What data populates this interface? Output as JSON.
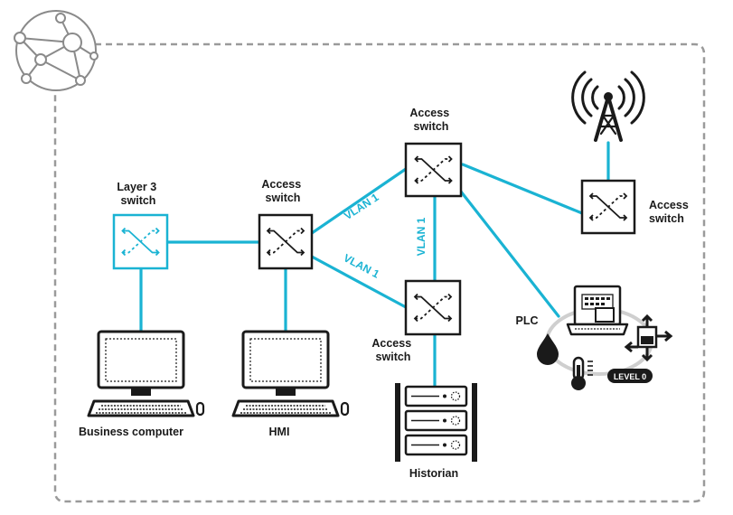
{
  "diagram": {
    "title": "",
    "colors": {
      "link": "#1ab3d3",
      "stroke": "#1a1a1a",
      "border": "#9a9a9a",
      "layer3": "#1ab3d3"
    },
    "nodes": {
      "layer3_switch": {
        "label_line1": "Layer 3",
        "label_line2": "switch"
      },
      "access_switch_mid": {
        "label_line1": "Access",
        "label_line2": "switch"
      },
      "access_switch_top": {
        "label_line1": "Access",
        "label_line2": "switch"
      },
      "access_switch_right": {
        "label_line1": "Access",
        "label_line2": "switch"
      },
      "access_switch_lower": {
        "label_line1": "Access",
        "label_line2": "switch"
      },
      "business_computer": {
        "label": "Business computer"
      },
      "hmi": {
        "label": "HMI"
      },
      "historian": {
        "label": "Historian"
      },
      "plc": {
        "label": "PLC"
      },
      "level_badge": {
        "label": "LEVEL 0"
      },
      "radio_tower": {
        "icon": "cell-tower-icon"
      },
      "network_logo": {
        "icon": "network-globe-icon"
      }
    },
    "links": [
      {
        "from": "layer3_switch",
        "to": "access_switch_mid",
        "label": ""
      },
      {
        "from": "access_switch_mid",
        "to": "access_switch_top",
        "label": "VLAN 1"
      },
      {
        "from": "access_switch_mid",
        "to": "access_switch_lower",
        "label": "VLAN 1"
      },
      {
        "from": "access_switch_top",
        "to": "access_switch_lower",
        "label": "VLAN 1"
      },
      {
        "from": "access_switch_top",
        "to": "access_switch_right",
        "label": ""
      },
      {
        "from": "access_switch_top",
        "to": "plc",
        "label": ""
      },
      {
        "from": "access_switch_right",
        "to": "radio_tower",
        "label": ""
      },
      {
        "from": "layer3_switch",
        "to": "business_computer",
        "label": ""
      },
      {
        "from": "access_switch_mid",
        "to": "hmi",
        "label": ""
      },
      {
        "from": "access_switch_lower",
        "to": "historian",
        "label": ""
      }
    ]
  }
}
